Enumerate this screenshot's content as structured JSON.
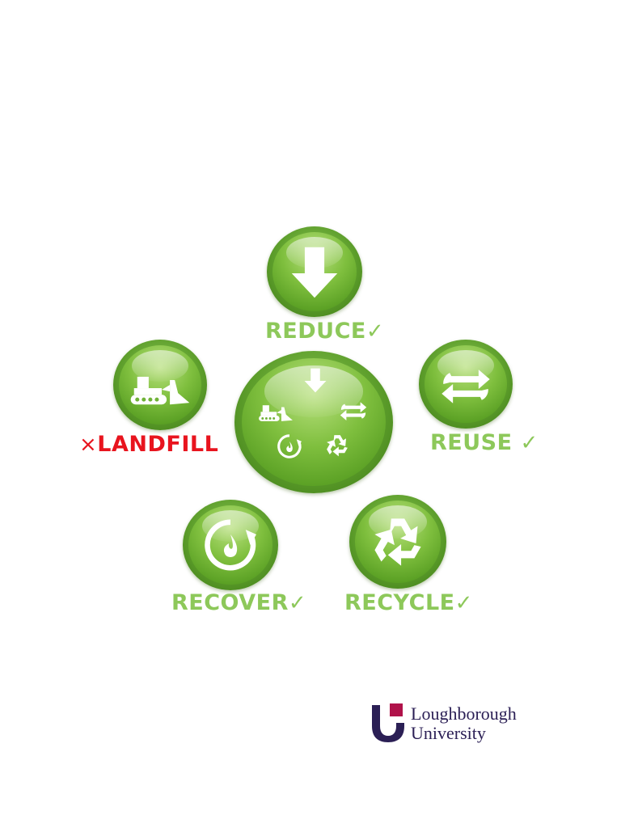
{
  "colors": {
    "label_green": "#8dc85a",
    "label_red": "#e8141e",
    "disc_green": "#6fb236",
    "logo_purple": "#2b1f55",
    "logo_crimson": "#b0124a"
  },
  "center": {
    "icons": [
      "down-arrow-icon",
      "bulldozer-icon",
      "cycle-arrows-icon",
      "recover-flame-icon",
      "recycle-icon"
    ]
  },
  "nodes": {
    "reduce": {
      "label": "REDUCE",
      "mark": "✓",
      "icon": "down-arrow-icon"
    },
    "reuse": {
      "label": "REUSE",
      "mark": "✓",
      "icon": "cycle-arrows-icon"
    },
    "recycle": {
      "label": "RECYCLE",
      "mark": "✓",
      "icon": "recycle-icon"
    },
    "recover": {
      "label": "RECOVER",
      "mark": "✓",
      "icon": "recover-flame-icon"
    },
    "landfill": {
      "label": "LANDFILL",
      "mark": "×",
      "icon": "bulldozer-icon"
    }
  },
  "logo": {
    "line1": "Loughborough",
    "line2": "University"
  }
}
